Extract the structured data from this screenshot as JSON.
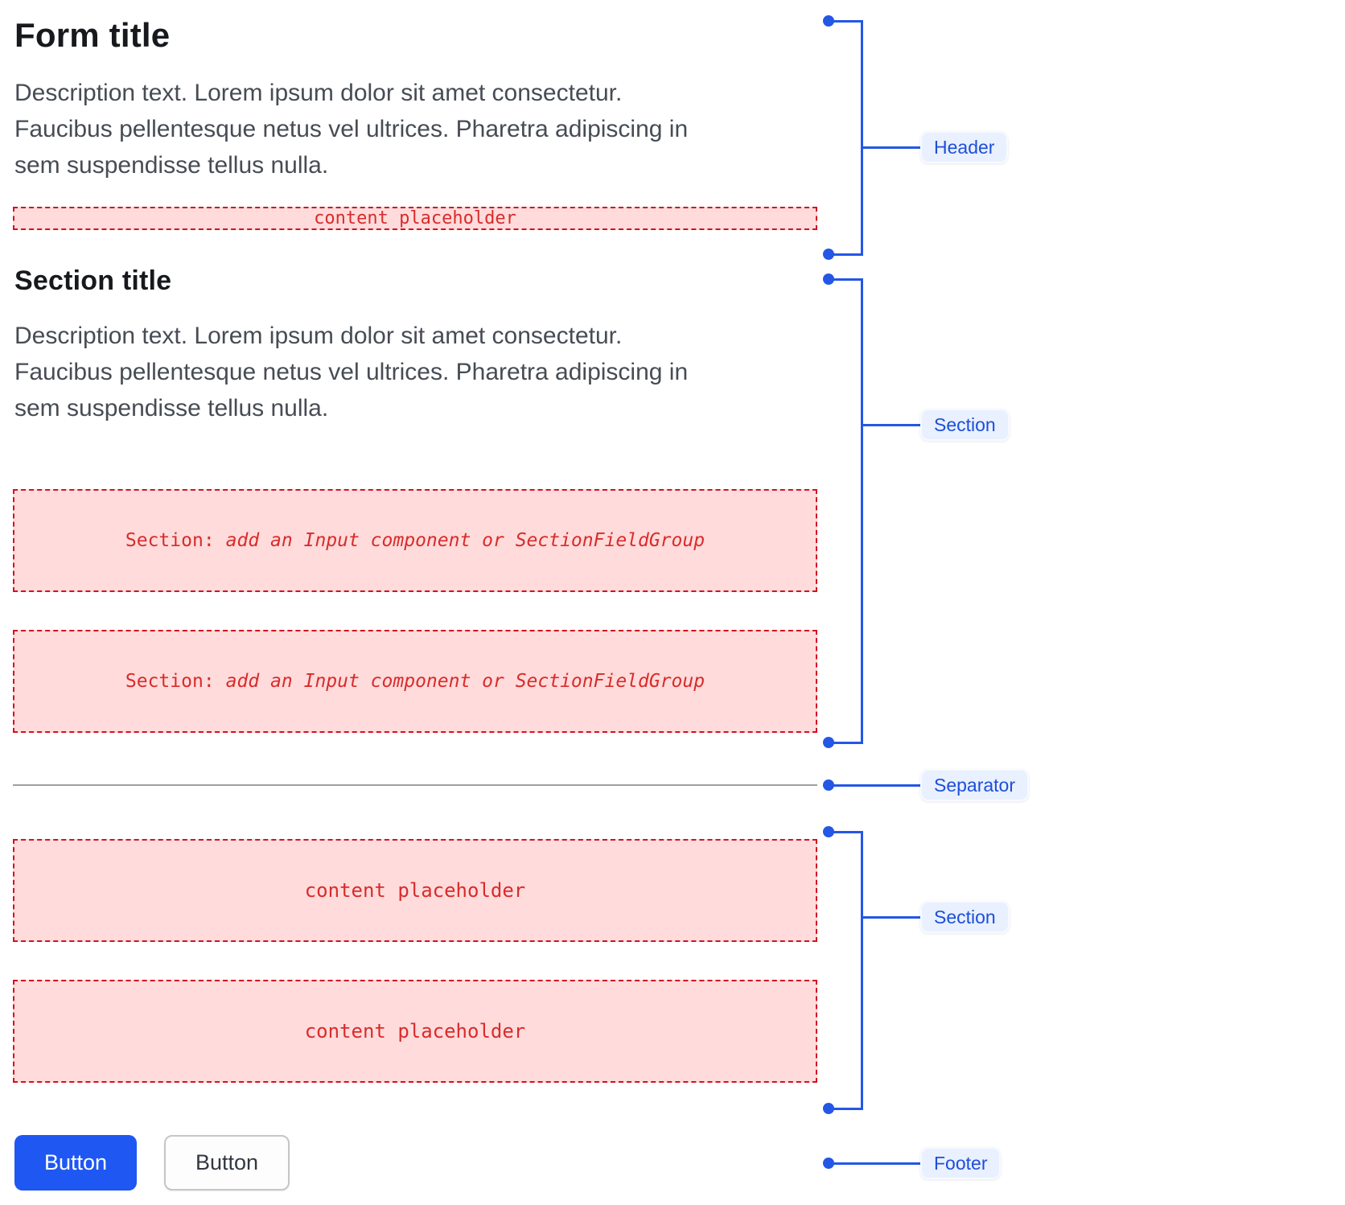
{
  "header": {
    "title": "Form title",
    "placeholder": "content placeholder"
  },
  "description_lines": [
    "Description text. Lorem ipsum dolor sit amet consectetur.",
    "Faucibus pellentesque netus vel ultrices. Pharetra adipiscing in",
    "sem suspendisse tellus nulla."
  ],
  "section": {
    "title": "Section title",
    "field_placeholder_prefix": "Section:",
    "field_placeholder_label": "add an Input component or SectionFieldGroup"
  },
  "content_section": {
    "placeholder": "content placeholder"
  },
  "footer": {
    "primary_button_label": "Button",
    "secondary_button_label": "Button"
  },
  "annotations": {
    "header": "Header",
    "section": "Section",
    "separator": "Separator",
    "section2": "Section",
    "footer": "Footer"
  },
  "colors": {
    "annotation_blue": "#2457e5",
    "annotation_pill_bg": "#e9f0ff",
    "annotation_pill_text": "#1d4fd8",
    "placeholder_bg": "#ffdbdb",
    "placeholder_border": "#cf1322",
    "placeholder_text": "#d92b2b",
    "primary_button_bg": "#1f57f2",
    "separator_line": "#a0a0a0",
    "title_text": "#17191c",
    "description_text": "#474c54"
  }
}
